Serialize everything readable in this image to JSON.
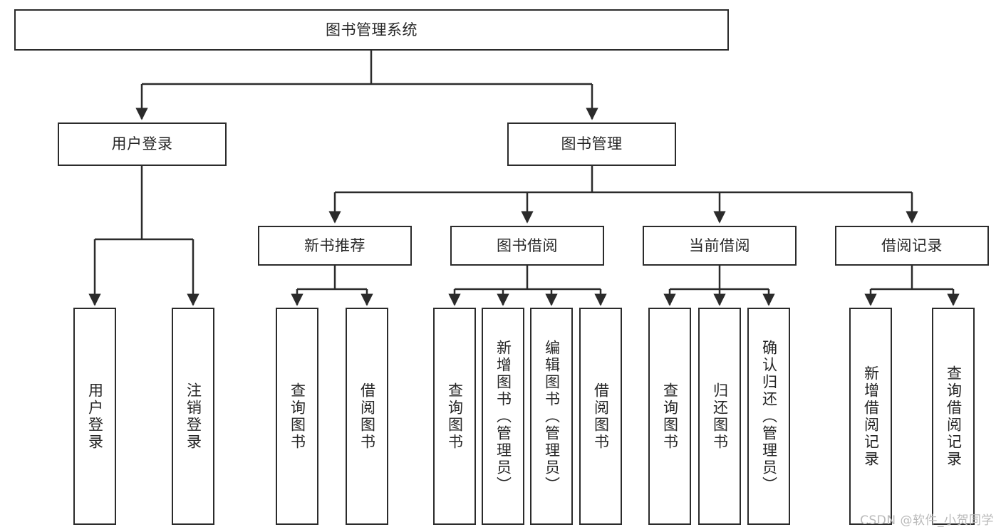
{
  "diagram": {
    "title": "图书管理系统",
    "type": "tree-hierarchy-chart",
    "stroke_color": "#2b2b2b",
    "fill_color": "#ffffff",
    "text_color": "#262626"
  },
  "root": {
    "label": "图书管理系统"
  },
  "level1": [
    {
      "label": "用户登录"
    },
    {
      "label": "图书管理"
    }
  ],
  "level2": [
    {
      "label": "新书推荐"
    },
    {
      "label": "图书借阅"
    },
    {
      "label": "当前借阅"
    },
    {
      "label": "借阅记录"
    }
  ],
  "leaves": {
    "user_login": [
      {
        "label": "用户登录"
      },
      {
        "label": "注销登录"
      }
    ],
    "new_book_recommend": [
      {
        "label": "查询图书"
      },
      {
        "label": "借阅图书"
      }
    ],
    "book_borrow": [
      {
        "label": "查询图书"
      },
      {
        "label": "新增图书（管理员）"
      },
      {
        "label": "编辑图书（管理员）"
      },
      {
        "label": "借阅图书"
      }
    ],
    "current_borrow": [
      {
        "label": "查询图书"
      },
      {
        "label": "归还图书"
      },
      {
        "label": "确认归还（管理员）"
      }
    ],
    "borrow_record": [
      {
        "label": "新增借阅记录"
      },
      {
        "label": "查询借阅记录"
      }
    ]
  },
  "watermark": {
    "text": "CSDN @软件_小贺同学"
  }
}
